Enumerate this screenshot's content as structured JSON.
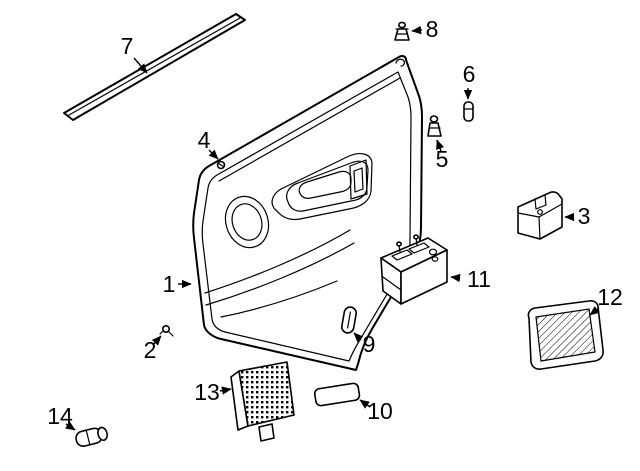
{
  "colors": {
    "line": "#000000",
    "background": "#ffffff"
  },
  "callouts": [
    "1",
    "2",
    "3",
    "4",
    "5",
    "6",
    "7",
    "8",
    "9",
    "10",
    "11",
    "12",
    "13",
    "14"
  ]
}
